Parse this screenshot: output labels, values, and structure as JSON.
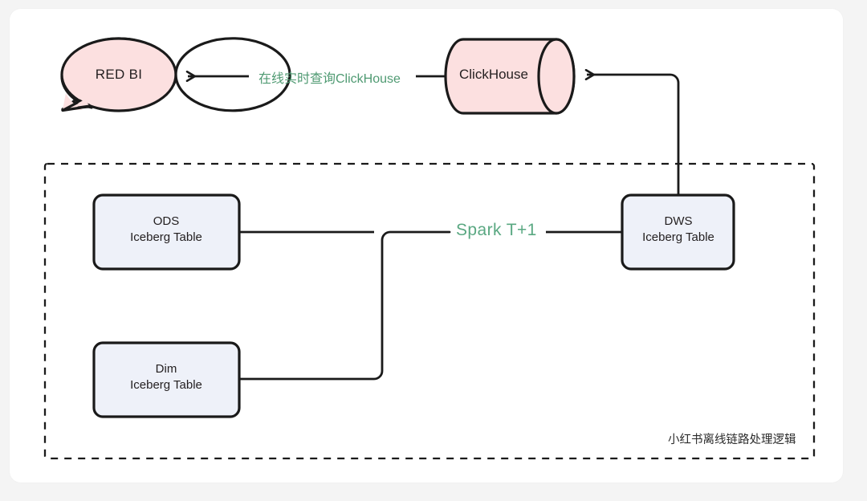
{
  "diagram": {
    "title_caption": "小红书离线链路处理逻辑",
    "colors": {
      "page_background": "#f4f4f4",
      "card_background": "#ffffff",
      "pink_fill": "#fce0e0",
      "blue_fill": "#eef1f9",
      "stroke": "#1a1a1a",
      "green_label": "#5aa882",
      "text": "#231f20"
    },
    "nodes": [
      {
        "id": "red-bi",
        "shape": "speech-bubble",
        "label": "RED BI",
        "fill": "#fce0e0"
      },
      {
        "id": "clickhouse",
        "shape": "cylinder",
        "label": "ClickHouse",
        "fill": "#fce0e0"
      },
      {
        "id": "ods",
        "shape": "rounded-rect",
        "line1": "ODS",
        "line2": "Iceberg Table",
        "fill": "#eef1f9"
      },
      {
        "id": "dim",
        "shape": "rounded-rect",
        "line1": "Dim",
        "line2": "Iceberg Table",
        "fill": "#eef1f9"
      },
      {
        "id": "dws",
        "shape": "rounded-rect",
        "line1": "DWS",
        "line2": "Iceberg Table",
        "fill": "#eef1f9"
      }
    ],
    "edges": [
      {
        "id": "clickhouse-to-redbi",
        "from": "clickhouse",
        "to": "red-bi",
        "label": "在线实时查询ClickHouse",
        "arrow": "left"
      },
      {
        "id": "tables-to-dws",
        "from": "ods+dim",
        "to": "dws",
        "label": "Spark T+1",
        "arrow": "none"
      },
      {
        "id": "dws-to-clickhouse",
        "from": "dws",
        "to": "clickhouse",
        "label": "",
        "arrow": "left"
      }
    ],
    "container": {
      "style": "dashed",
      "caption": "小红书离线链路处理逻辑"
    }
  }
}
